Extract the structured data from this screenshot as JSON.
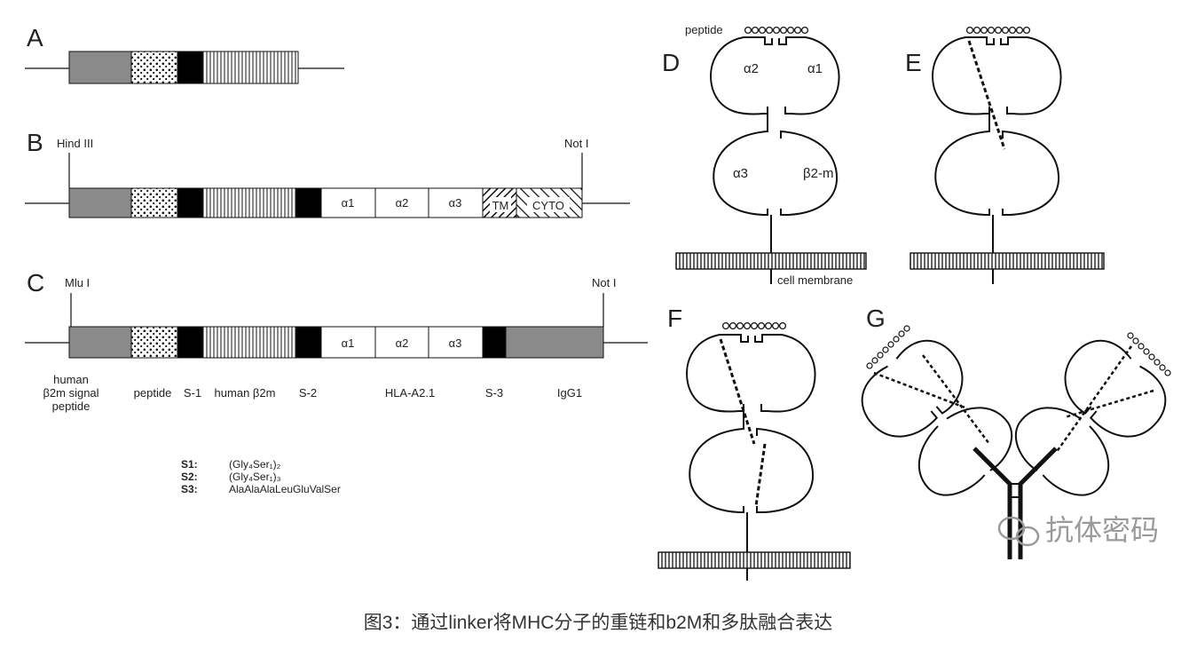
{
  "panels": {
    "A": "A",
    "B": "B",
    "C": "C",
    "D": "D",
    "E": "E",
    "F": "F",
    "G": "G"
  },
  "construct_b": {
    "site_left": "Hind III",
    "site_right": "Not I",
    "segments": [
      "α1",
      "α2",
      "α3",
      "TM",
      "CYTO"
    ]
  },
  "construct_c": {
    "site_left": "Mlu I",
    "site_right": "Not I",
    "segments": [
      "α1",
      "α2",
      "α3"
    ]
  },
  "labels_c": {
    "signal_1": "human",
    "signal_2": "β2m signal",
    "signal_3": "peptide",
    "peptide": "peptide",
    "s1": "S-1",
    "human_b2m": "human  β2m",
    "s2": "S-2",
    "hla": "HLA-A2.1",
    "s3": "S-3",
    "igg1": "IgG1"
  },
  "legend": [
    {
      "key": "S1:",
      "value": "(Gly₄Ser₁)₂"
    },
    {
      "key": "S2:",
      "value": "(Gly₄Ser₁)₃"
    },
    {
      "key": "S3:",
      "value": "AlaAlaAlaLeuGluValSer"
    }
  ],
  "molecule_d": {
    "peptide": "peptide",
    "alpha2": "α2",
    "alpha1": "α1",
    "alpha3": "α3",
    "b2m": "β2-m",
    "membrane": "cell membrane"
  },
  "watermark": "抗体密码",
  "caption": "图3：通过linker将MHC分子的重链和b2M和多肽融合表达"
}
